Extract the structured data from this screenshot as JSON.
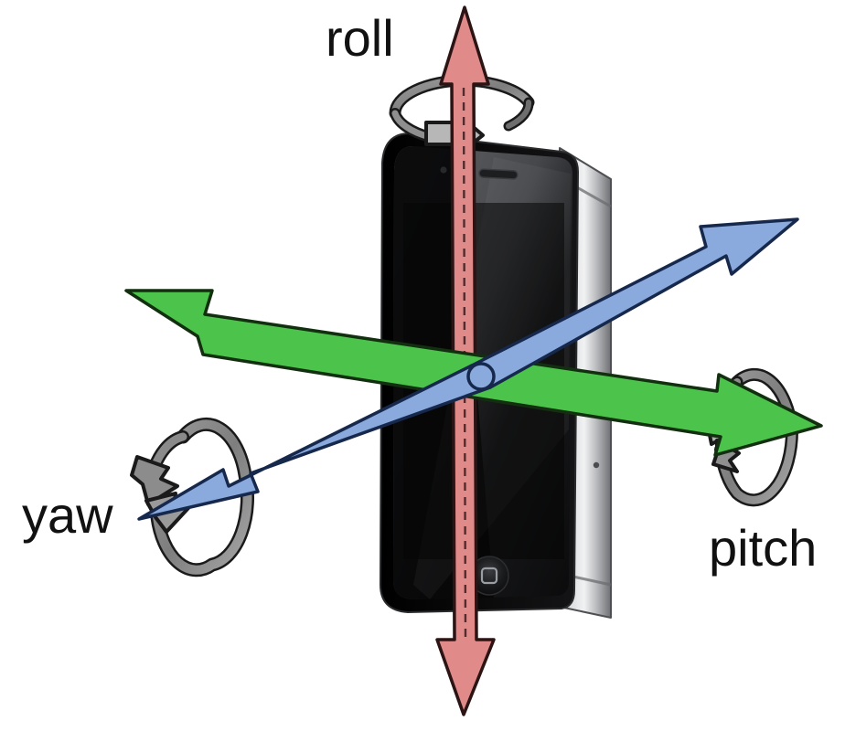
{
  "diagram": {
    "title": "Device rotation axes",
    "subject": "smartphone",
    "background_color": "#ffffff",
    "labels": {
      "roll": "roll",
      "pitch": "pitch",
      "yaw": "yaw"
    },
    "axes": [
      {
        "name": "roll",
        "color": "#e08a8a",
        "outline_color": "#3a2020",
        "orientation": "vertical",
        "description": "Vertical axis running top to bottom through the phone, double headed",
        "arrowheads": "both",
        "rotation_ring": {
          "shape": "horizontal-ellipse",
          "position": "top",
          "color": "#8c8c8c",
          "arrowheads": "both"
        }
      },
      {
        "name": "pitch",
        "color": "#4cc44c",
        "outline_color": "#143a14",
        "orientation": "horizontal",
        "description": "Horizontal axis running left to right across the phone, double headed",
        "arrowheads": "both",
        "rotation_ring": {
          "shape": "vertical-ellipse",
          "position": "right",
          "color": "#8c8c8c",
          "arrowheads": "both"
        }
      },
      {
        "name": "yaw",
        "color": "#8aa9dc",
        "outline_color": "#16294d",
        "orientation": "diagonal",
        "description": "Depth axis running from lower left to upper right through the phone, double headed",
        "arrowheads": "both",
        "rotation_ring": {
          "shape": "tilted-vertical-ellipse",
          "position": "lower-left",
          "color": "#8c8c8c",
          "arrowheads": "both"
        }
      }
    ],
    "phone": {
      "body_color": "#0a0a0a",
      "bezel_color": "#c9c9c9",
      "screen_color": "#111111",
      "parts": [
        "earpiece-speaker",
        "front-camera",
        "screen",
        "home-button",
        "metal-bezel"
      ]
    }
  }
}
